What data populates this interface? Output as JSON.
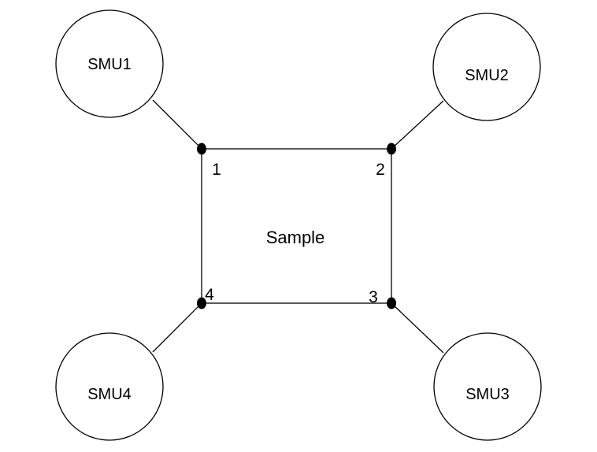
{
  "diagram": {
    "sample": {
      "label": "Sample"
    },
    "smus": [
      {
        "id": "smu1",
        "label": "SMU1"
      },
      {
        "id": "smu2",
        "label": "SMU2"
      },
      {
        "id": "smu3",
        "label": "SMU3"
      },
      {
        "id": "smu4",
        "label": "SMU4"
      }
    ],
    "contacts": [
      {
        "label": "1"
      },
      {
        "label": "2"
      },
      {
        "label": "3"
      },
      {
        "label": "4"
      }
    ],
    "connections": [
      {
        "from": "SMU1",
        "to": "1"
      },
      {
        "from": "SMU2",
        "to": "2"
      },
      {
        "from": "SMU3",
        "to": "3"
      },
      {
        "from": "SMU4",
        "to": "4"
      }
    ]
  }
}
